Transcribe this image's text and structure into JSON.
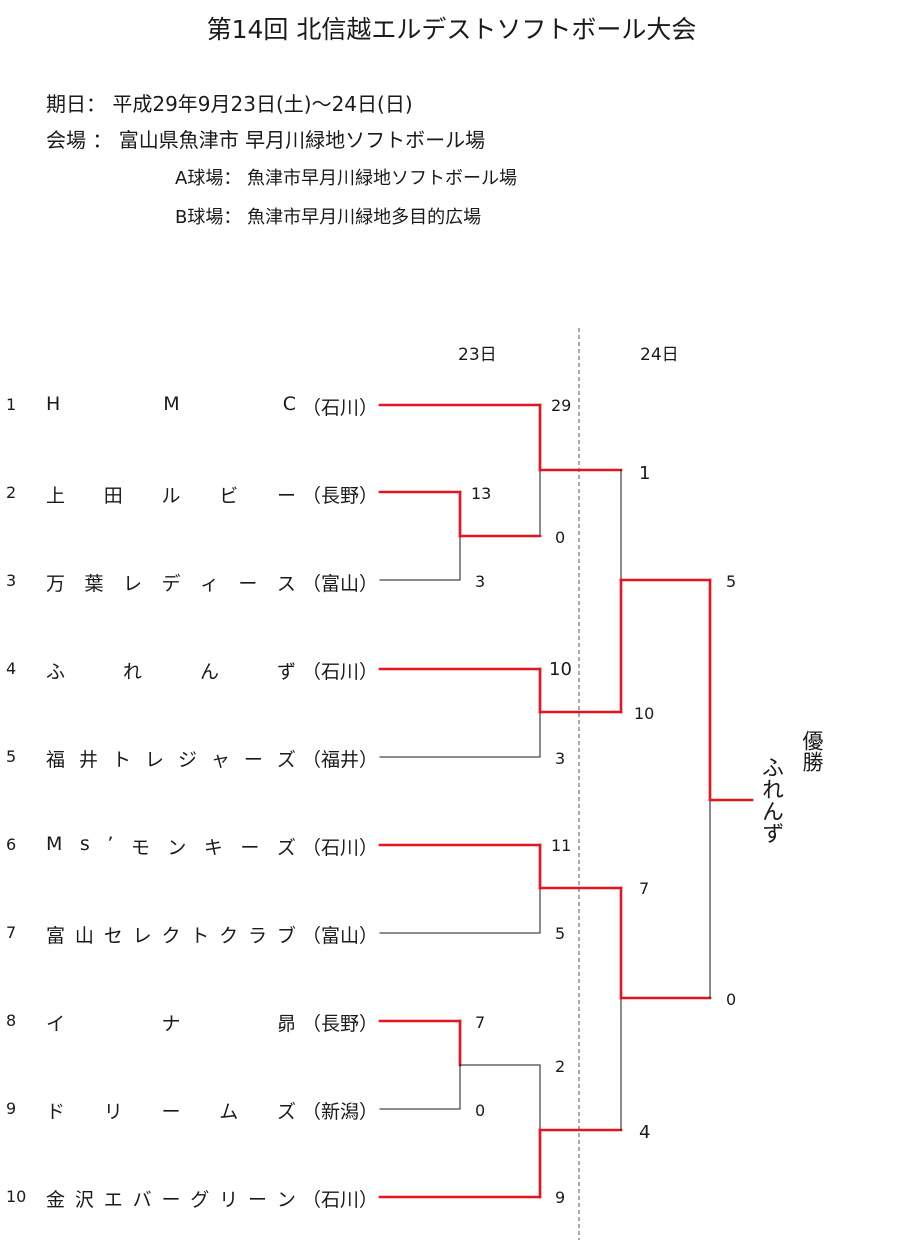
{
  "title": "第14回 北信越エルデストソフトボール大会",
  "info": {
    "date_line": "期日： 平成29年9月23日(土)～24日(日)",
    "venue_line": "会場 ： 富山県魚津市 早月川緑地ソフトボール場",
    "court_a": "A球場： 魚津市早月川緑地ソフトボール場",
    "court_b": "B球場： 魚津市早月川緑地多目的広場"
  },
  "days": {
    "day1": "23日",
    "day2": "24日"
  },
  "teams": [
    {
      "seed": "1",
      "name": "HMC",
      "pref": "（石川）"
    },
    {
      "seed": "2",
      "name": "上田ルビー",
      "pref": "（長野）"
    },
    {
      "seed": "3",
      "name": "万葉レディース",
      "pref": "（富山）"
    },
    {
      "seed": "4",
      "name": "ふれんず",
      "pref": "（石川）"
    },
    {
      "seed": "5",
      "name": "福井トレジャーズ",
      "pref": "（福井）"
    },
    {
      "seed": "6",
      "name": "Ms’モンキーズ",
      "pref": "（石川）"
    },
    {
      "seed": "7",
      "name": "富山セレクトクラブ",
      "pref": "（富山）"
    },
    {
      "seed": "8",
      "name": "イナ昴",
      "pref": "（長野）"
    },
    {
      "seed": "9",
      "name": "ドリームズ",
      "pref": "（新潟）"
    },
    {
      "seed": "10",
      "name": "金沢エバーグリーン",
      "pref": "（石川）"
    }
  ],
  "scores": {
    "r1_2v3_top": "13",
    "r1_2v3_bot": "3",
    "r1_8v9_top": "7",
    "r1_8v9_bot": "0",
    "r2_1_top": "29",
    "r2_1_bot": "0",
    "r2_2_top": "10",
    "r2_2_bot": "3",
    "r2_3_top": "11",
    "r2_3_bot": "5",
    "r2_4_top": "2",
    "r2_4_bot": "9",
    "sf1_top": "1",
    "sf1_bot": "10",
    "sf2_top": "7",
    "sf2_bot": "4",
    "final_top": "5",
    "final_bot": "0"
  },
  "champion": {
    "label": "優勝",
    "team": "ふれんず"
  },
  "colors": {
    "winner_line": "#e8141c",
    "loser_line": "#1a1a1a",
    "divider": "#555555"
  }
}
